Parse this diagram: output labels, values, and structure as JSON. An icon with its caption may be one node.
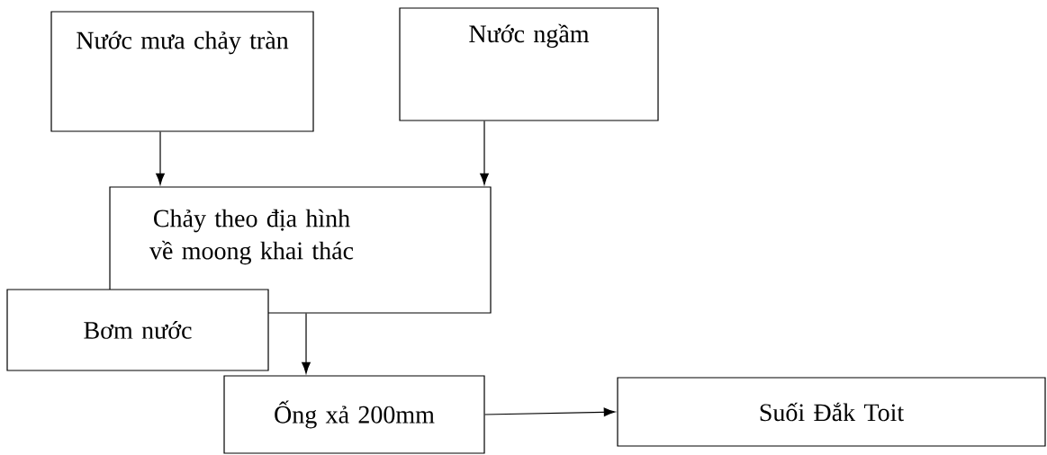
{
  "diagram": {
    "nodes": [
      {
        "text": [
          "Nước mưa chảy tràn"
        ]
      },
      {
        "text": [
          "Nước ngầm"
        ]
      },
      {
        "text": [
          "Chảy theo địa hình về moong khai thác"
        ]
      },
      {
        "text": [
          "Bơm nước"
        ]
      },
      {
        "text": [
          "Ống xả 200mm"
        ]
      },
      {
        "text": [
          "Suối Đắk Toit"
        ]
      }
    ],
    "edges": [
      {
        "from": 0,
        "to": 2,
        "arrow": "to"
      },
      {
        "from": 1,
        "to": 2,
        "arrow": "to"
      },
      {
        "from": 2,
        "to": 4,
        "arrow": "to"
      },
      {
        "from": 4,
        "to": 5,
        "arrow": "to"
      }
    ]
  }
}
